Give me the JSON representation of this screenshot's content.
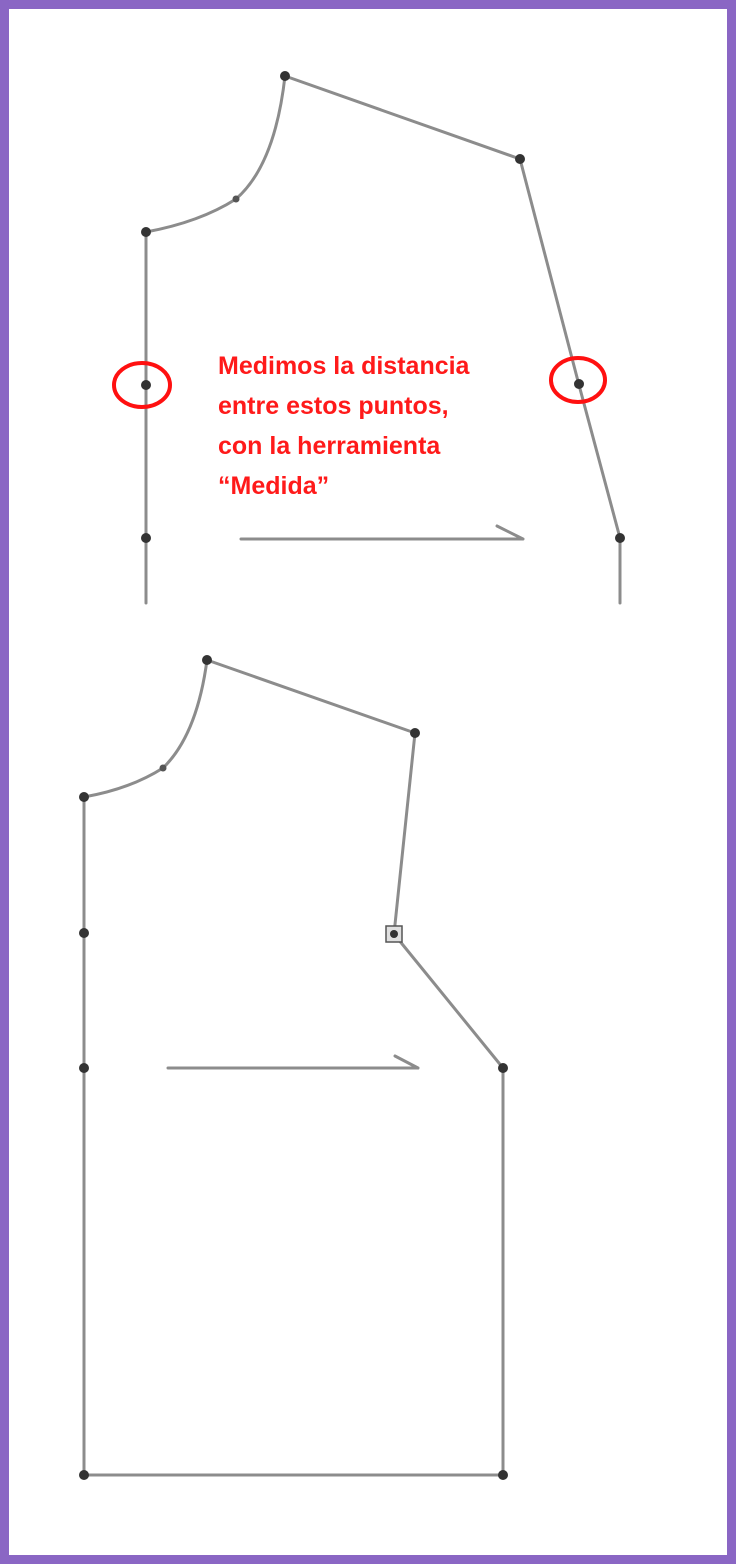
{
  "annotation": {
    "lines": [
      "Medimos la distancia",
      "entre estos puntos,",
      "con la herramienta",
      "“Medida”"
    ]
  },
  "colors": {
    "frame": "#8a66c4",
    "annotation": "#ff1a1a",
    "pattern_line": "#8c8c8c",
    "point": "#333333",
    "highlight_circle": "#ff1010"
  },
  "icons": {
    "grainline": "arrow-right-icon"
  }
}
